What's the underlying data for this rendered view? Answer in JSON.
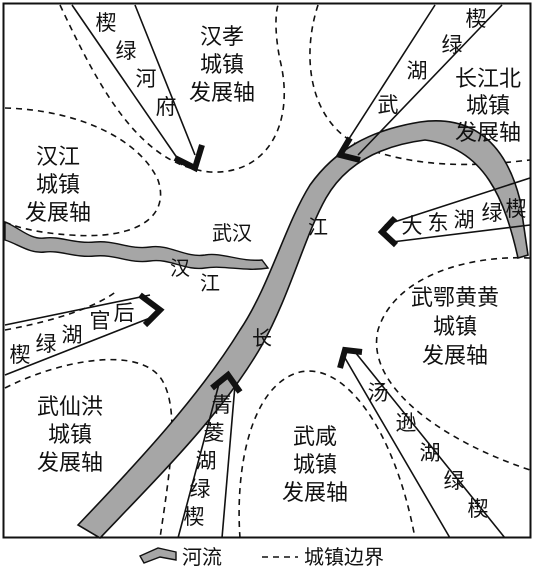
{
  "map": {
    "zones": {
      "hanxiao": [
        "汉孝",
        "城镇",
        "发展轴"
      ],
      "hanjiang": [
        "汉江",
        "城镇",
        "发展轴"
      ],
      "wuhu_north": [
        "长江北",
        "城镇",
        "发展轴"
      ],
      "wuehuanghuang": [
        "武鄂黄黄",
        "城镇",
        "发展轴"
      ],
      "wuxianhong": [
        "武仙洪",
        "城镇",
        "发展轴"
      ],
      "wuxian": [
        "武咸",
        "城镇",
        "发展轴"
      ]
    },
    "wedges": {
      "hefu": [
        "楔",
        "绿",
        "河",
        "府"
      ],
      "wuhu": [
        "楔",
        "绿",
        "湖",
        "武"
      ],
      "dadonghu": [
        "大",
        "东",
        "湖",
        "绿",
        "楔"
      ],
      "houguanhu": [
        "后",
        "官",
        "湖",
        "绿",
        "楔"
      ],
      "qinglinghu": [
        "青",
        "菱",
        "湖",
        "绿",
        "楔"
      ],
      "tangxunhu": [
        "汤",
        "逊",
        "湖",
        "绿",
        "楔"
      ]
    },
    "places": {
      "wuhan": "武汉",
      "changjiang": [
        "长",
        "江"
      ],
      "hanjiang": [
        "汉",
        "江"
      ]
    },
    "legend": {
      "river": "河流",
      "boundary": "城镇边界"
    }
  }
}
